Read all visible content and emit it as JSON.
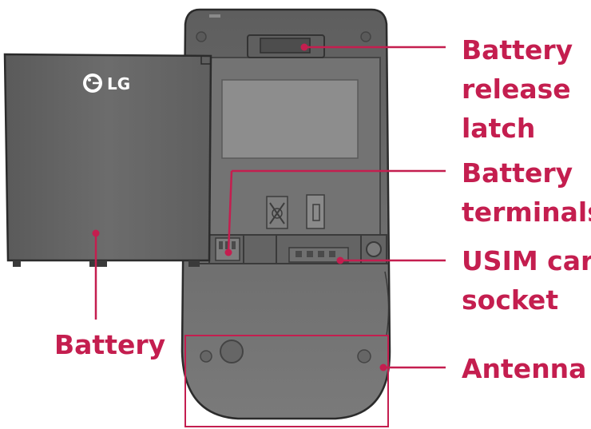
{
  "brand": {
    "logo_text": "LG"
  },
  "labels": {
    "battery_release_latch": [
      "Battery",
      "release",
      "latch"
    ],
    "battery_terminals": [
      "Battery",
      "terminals"
    ],
    "usim_card_socket": [
      "USIM card",
      "socket"
    ],
    "antenna": "Antenna",
    "battery": "Battery"
  },
  "colors": {
    "accent": "#c41e4f",
    "phone_body": "#6f6f6f",
    "battery_body": "#656565",
    "outline": "#2b2b2b"
  }
}
